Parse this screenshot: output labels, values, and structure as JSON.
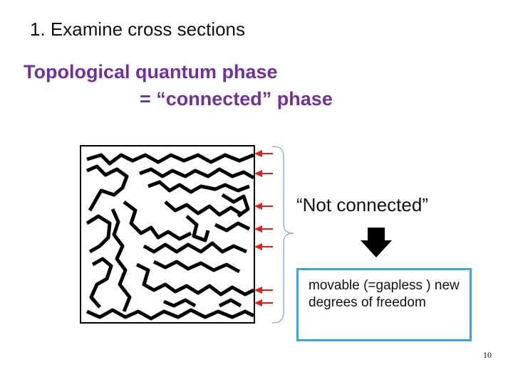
{
  "slide": {
    "heading": "1. Examine cross sections",
    "title_line1": "Topological quantum phase",
    "title_line2": "= “connected” phase",
    "not_connected": "“Not connected”",
    "box_text": "movable (=gapless ) new degrees of freedom",
    "page_number": "10"
  },
  "colors": {
    "title": "#7030a0",
    "arrow": "#e02020",
    "box_border": "#3aa6dd",
    "brace": "#8fb3d9"
  }
}
